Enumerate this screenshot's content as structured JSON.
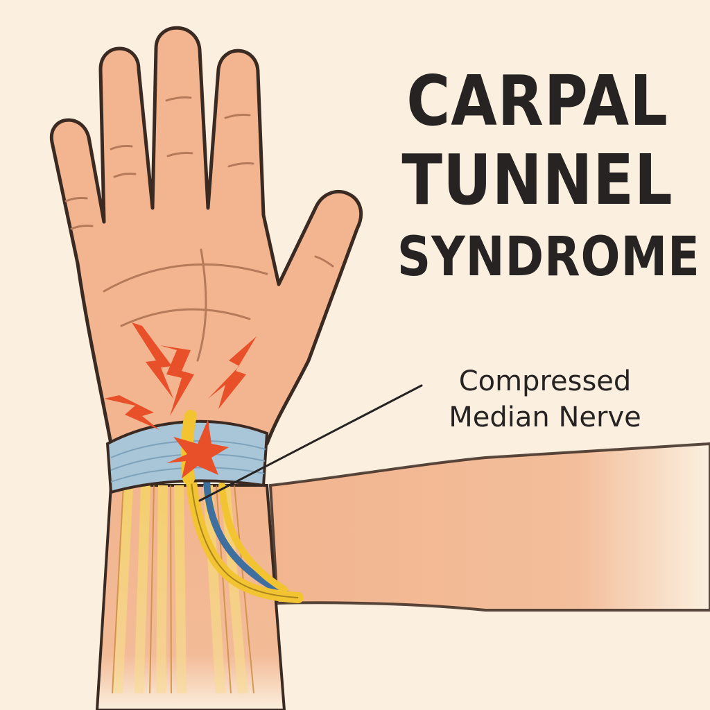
{
  "title": {
    "line1": "CARPAL",
    "line2": "TUNNEL",
    "line3": "SYNDROME"
  },
  "callout": {
    "line1": "Compressed",
    "line2": "Median Nerve"
  },
  "colors": {
    "background": "#fbf0df",
    "skin": "#f2b58f",
    "skin_outline": "#3b2a22",
    "ligament_band": "#a9c6d8",
    "nerve": "#f2c431",
    "nerve_blue": "#3f6f9e",
    "pain": "#e8502a",
    "text": "#262322"
  },
  "icons": {
    "pain_marks": "lightning-bolt-icon"
  }
}
